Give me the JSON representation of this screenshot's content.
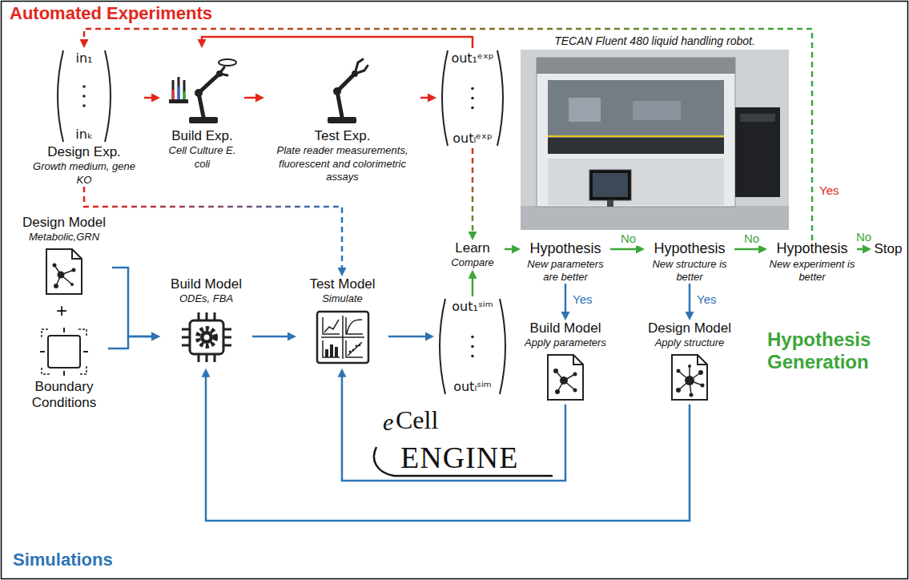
{
  "diagram": {
    "nodes": [
      {
        "text": [
          "in₁",
          "inₖ",
          "Design Exp.",
          "Growth medium, gene KO"
        ]
      },
      {
        "text": [
          "Build Exp.",
          "Cell Culture E. coli"
        ]
      },
      {
        "text": [
          "Test Exp.",
          "Plate reader measurements, fluorescent and colorimetric assays"
        ]
      },
      {
        "text": [
          "out₁ᵉˣᵖ",
          "outₗᵉˣᵖ"
        ]
      },
      {
        "text": [
          "Learn",
          "Compare"
        ]
      },
      {
        "text": [
          "Hypothesis",
          "New parameters are better"
        ]
      },
      {
        "text": [
          "Hypothesis",
          "New structure is better"
        ]
      },
      {
        "text": [
          "Hypothesis",
          "New experiment is better"
        ]
      },
      {
        "text": [
          "Stop"
        ]
      },
      {
        "text": [
          "Design Model",
          "Metabolic,GRN"
        ]
      },
      {
        "text": [
          "Boundary Conditions"
        ]
      },
      {
        "text": [
          "Build Model",
          "ODEs, FBA"
        ]
      },
      {
        "text": [
          "Test Model",
          "Simulate"
        ]
      },
      {
        "text": [
          "out₁ˢⁱᵐ",
          "outₗˢⁱᵐ"
        ]
      },
      {
        "text": [
          "Build Model",
          "Apply parameters"
        ]
      },
      {
        "text": [
          "Design Model",
          "Apply structure"
        ]
      }
    ],
    "edges": [
      {
        "from": 0,
        "to": 1,
        "arrow": "to"
      },
      {
        "from": 1,
        "to": 2,
        "arrow": "to"
      },
      {
        "from": 2,
        "to": 3,
        "arrow": "to"
      },
      {
        "from": 3,
        "to": 1,
        "arrow": "to"
      },
      {
        "from": 7,
        "to": 0,
        "label": "Yes",
        "arrow": "to"
      },
      {
        "from": 0,
        "to": 12,
        "arrow": "to"
      },
      {
        "from": 3,
        "to": 4,
        "arrow": "to"
      },
      {
        "from": 9,
        "to": 11,
        "arrow": "to"
      },
      {
        "from": 10,
        "to": 11,
        "arrow": "to"
      },
      {
        "from": 11,
        "to": 12,
        "arrow": "to"
      },
      {
        "from": 12,
        "to": 13,
        "arrow": "to"
      },
      {
        "from": 13,
        "to": 4,
        "arrow": "to"
      },
      {
        "from": 4,
        "to": 5,
        "arrow": "to"
      },
      {
        "from": 5,
        "to": 6,
        "label": "No",
        "arrow": "to"
      },
      {
        "from": 6,
        "to": 7,
        "label": "No",
        "arrow": "to"
      },
      {
        "from": 7,
        "to": 8,
        "label": "No",
        "arrow": "to"
      },
      {
        "from": 5,
        "to": 14,
        "label": "Yes",
        "arrow": "to"
      },
      {
        "from": 6,
        "to": 15,
        "label": "Yes",
        "arrow": "to"
      },
      {
        "from": 14,
        "to": 12,
        "arrow": "to"
      },
      {
        "from": 15,
        "to": 11,
        "arrow": "to"
      }
    ],
    "labels": [
      "Automated Experiments",
      "TECAN Fluent 480 liquid handling robot.",
      "+",
      "Hypothesis Generation",
      "Simulations",
      "e",
      "Cell",
      "ENGINE"
    ]
  }
}
